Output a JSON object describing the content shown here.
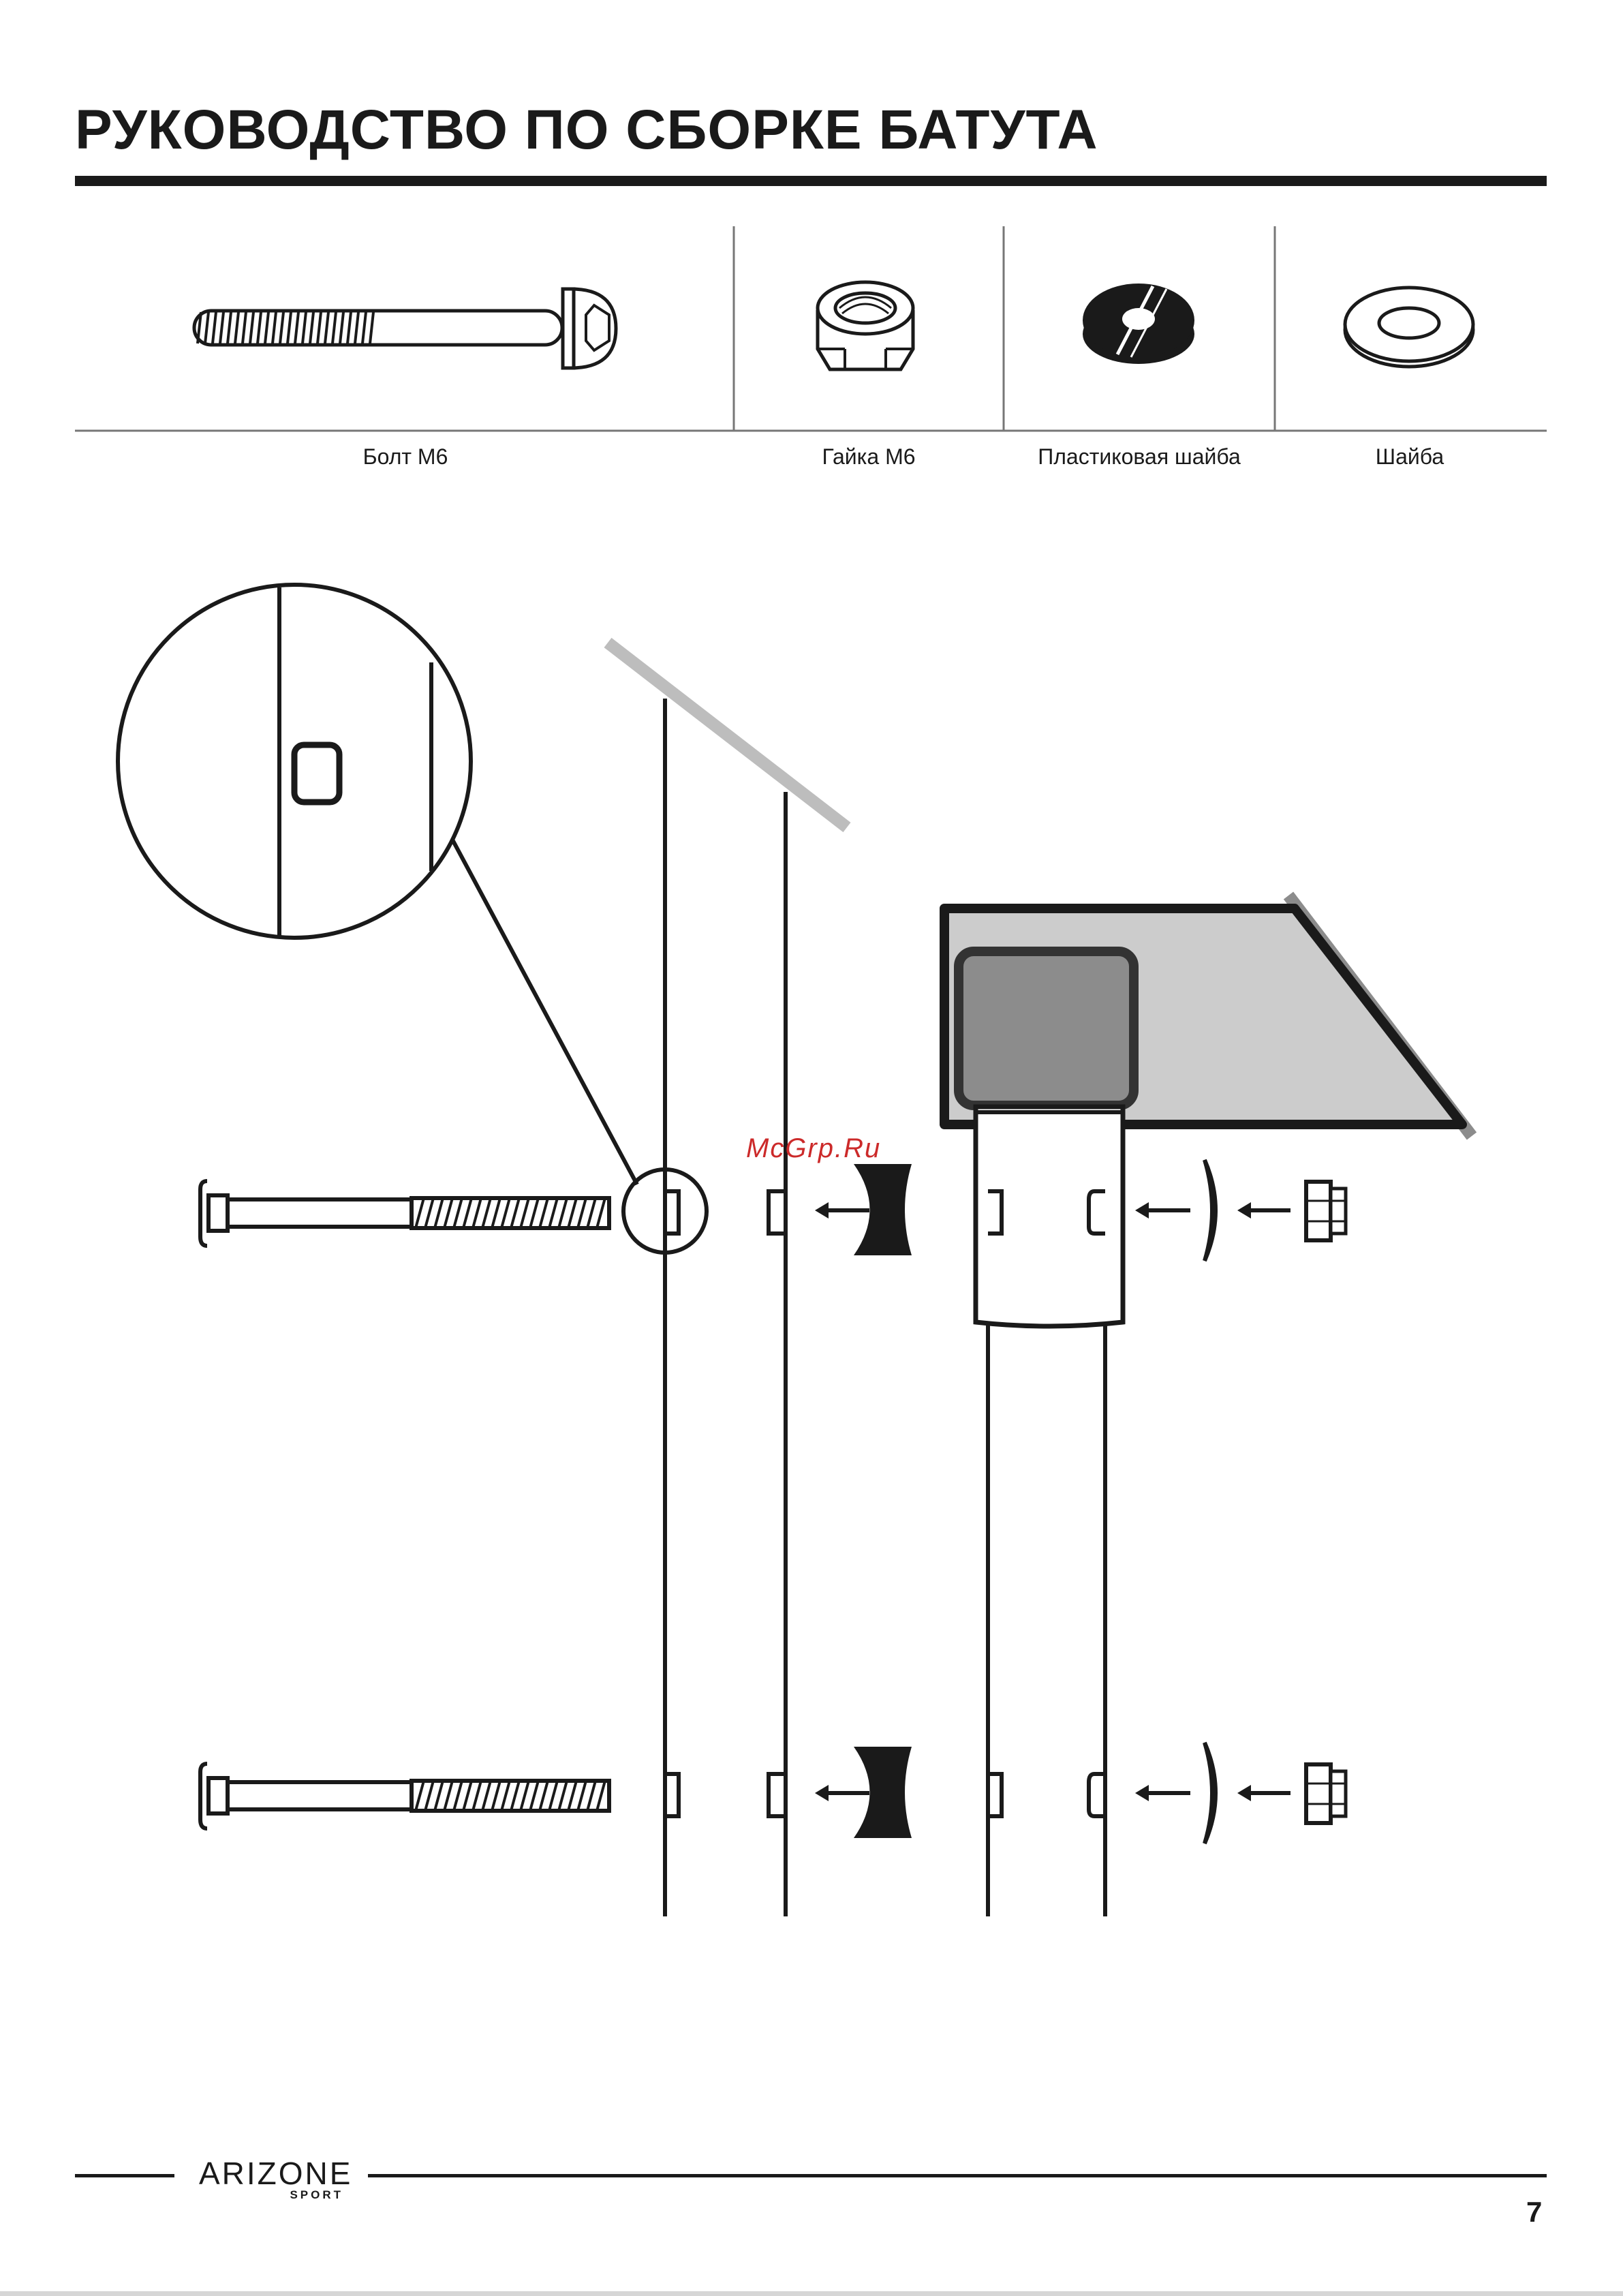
{
  "header": {
    "title": "РУКОВОДСТВО ПО СБОРКЕ БАТУТА"
  },
  "parts": [
    {
      "label": "Болт М6",
      "icon": "bolt-icon"
    },
    {
      "label": "Гайка М6",
      "icon": "nut-icon"
    },
    {
      "label": "Пластиковая шайба",
      "icon": "plastic-washer-icon"
    },
    {
      "label": "Шайба",
      "icon": "washer-icon"
    }
  ],
  "diagram": {
    "watermark": "McGrp.Ru"
  },
  "footer": {
    "brand_main": "ARIZONE",
    "brand_sub": "SPORT",
    "page_number": "7"
  },
  "colors": {
    "ink": "#1a1a1a",
    "light_grey": "#cccccc",
    "mid_grey": "#8c8c8c",
    "rod_grey": "#a3a3a3",
    "watermark": "#cc2a2a"
  }
}
